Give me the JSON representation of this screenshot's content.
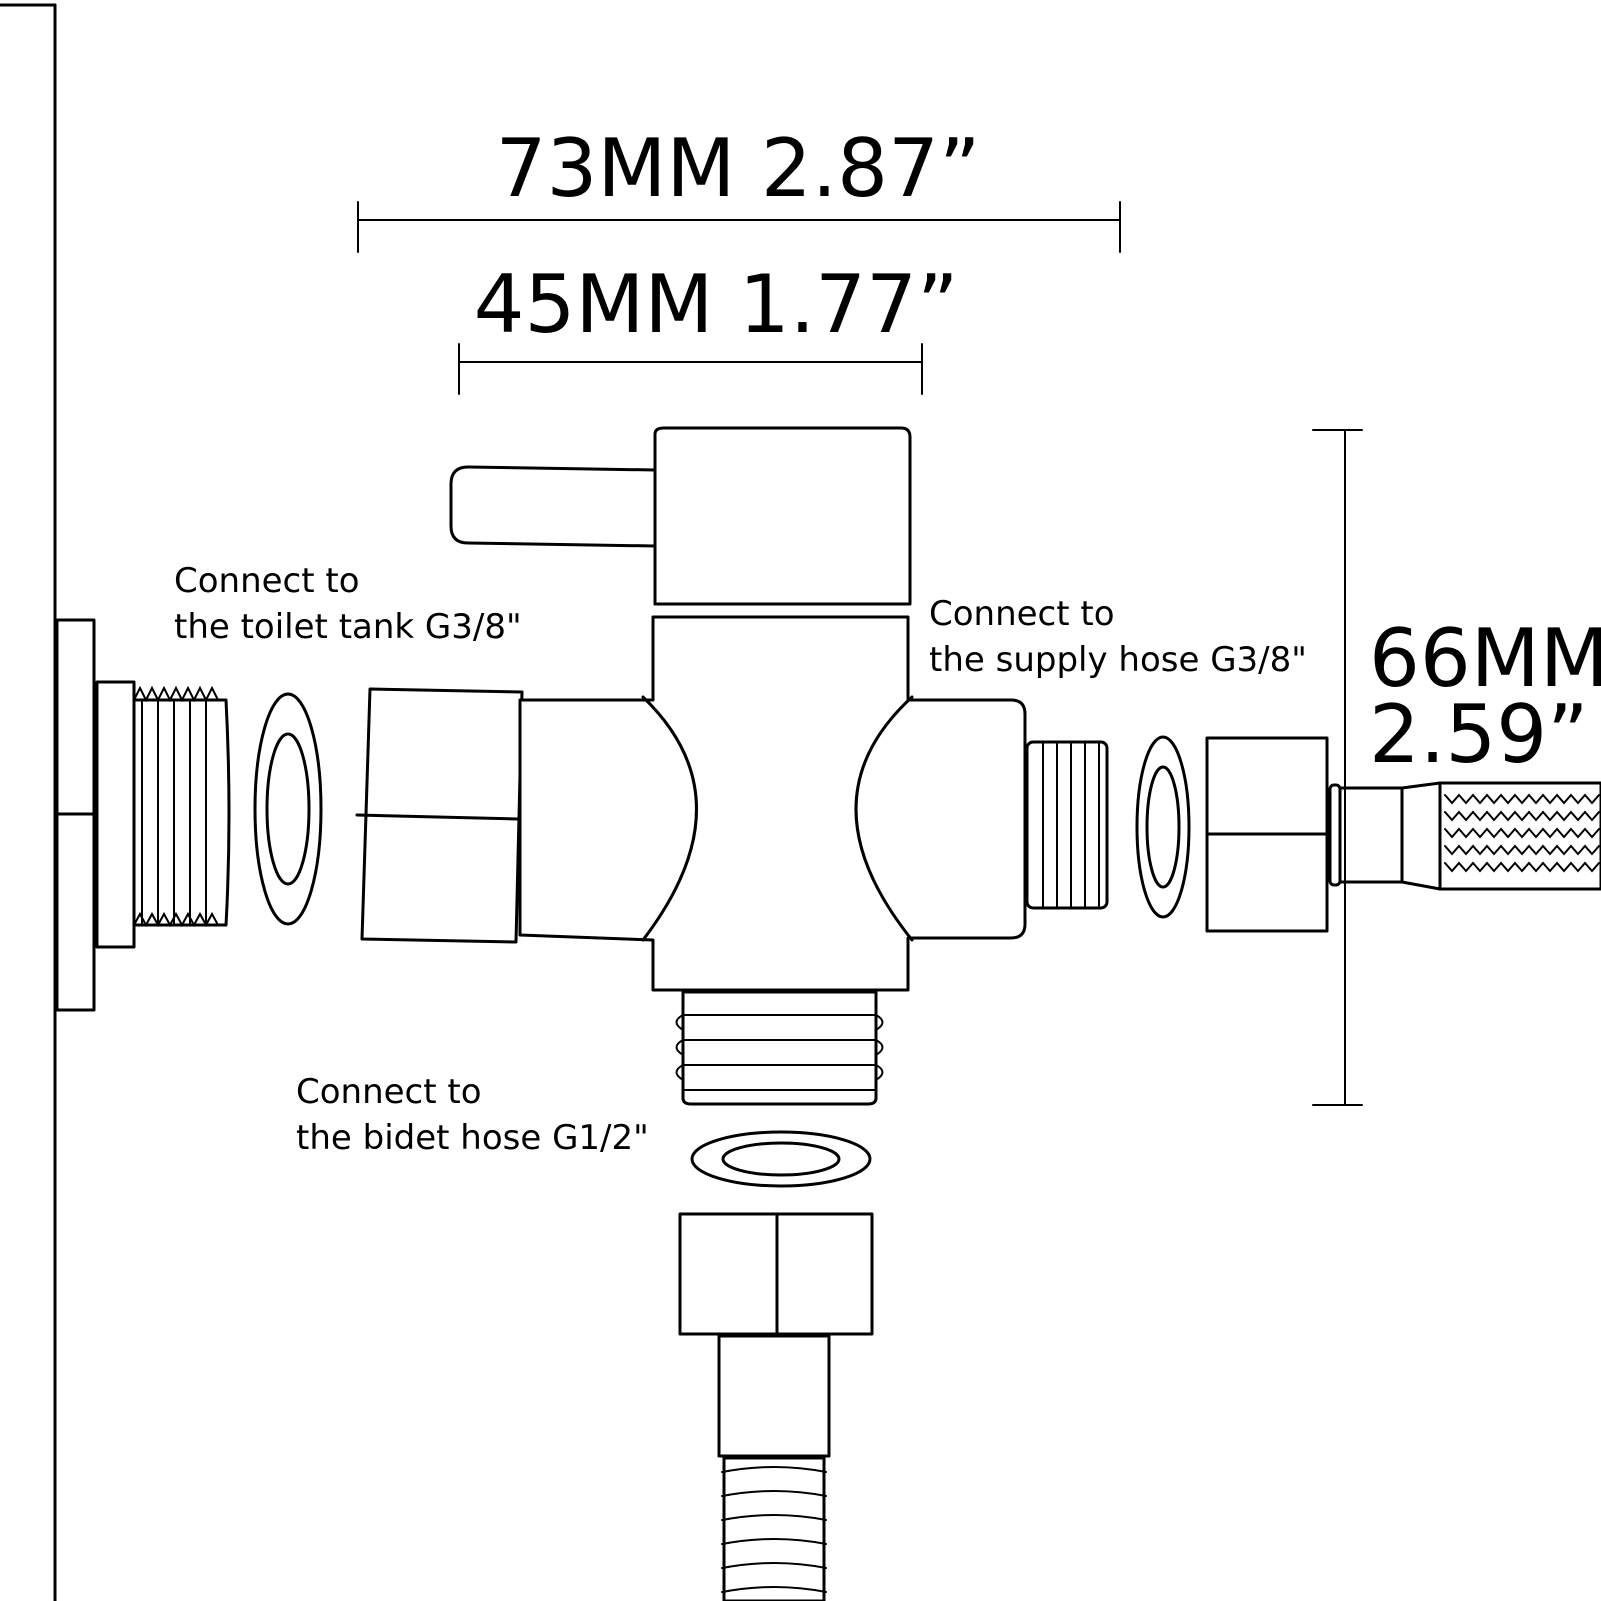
{
  "dimensions": {
    "overall_width": {
      "mm": "73MM",
      "inch": "2.87”"
    },
    "body_width": {
      "mm": "45MM",
      "inch": "1.77”"
    },
    "height": {
      "mm": "66MM",
      "inch": "2.59”"
    }
  },
  "callouts": {
    "toilet_tank": {
      "line1": "Connect to",
      "line2": "the toilet tank G3/8\""
    },
    "supply_hose": {
      "line1": "Connect to",
      "line2": "the supply hose G3/8\""
    },
    "bidet_hose": {
      "line1": "Connect to",
      "line2": "the bidet hose G1/2\""
    }
  },
  "colors": {
    "line": "#000000",
    "background": "#ffffff"
  }
}
